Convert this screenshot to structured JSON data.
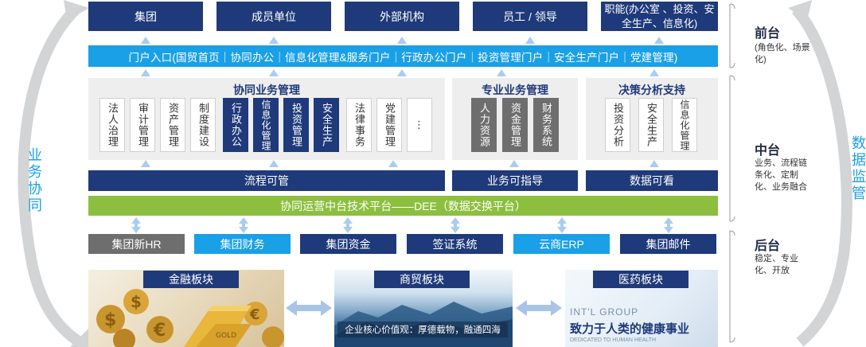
{
  "top_row": [
    "集团",
    "成员单位",
    "外部机构",
    "员工 / 领导",
    "职能(办公室 、投资、安全生产、信息化)"
  ],
  "portal_bar": "门户入口(国贸首页｜协同办公｜信息化管理&服务门户｜行政办公门户｜投资管理门户｜安全生产门户｜党建管理)",
  "panels": {
    "collab": {
      "title": "协同业务管理",
      "items": [
        {
          "label": "法人治理",
          "style": "w"
        },
        {
          "label": "审计管理",
          "style": "w"
        },
        {
          "label": "资产管理",
          "style": "w"
        },
        {
          "label": "制度建设",
          "style": "w"
        },
        {
          "label": "行政办公",
          "style": "n"
        },
        {
          "label": "信息化管理",
          "style": "n"
        },
        {
          "label": "投资管理",
          "style": "n"
        },
        {
          "label": "安全生产",
          "style": "n"
        },
        {
          "label": "法律事务",
          "style": "w"
        },
        {
          "label": "党建管理",
          "style": "w"
        },
        {
          "label": "⋮",
          "style": "w"
        }
      ]
    },
    "pro": {
      "title": "专业业务管理",
      "items": [
        {
          "label": "人力资源",
          "style": "g"
        },
        {
          "label": "资金管理",
          "style": "g"
        },
        {
          "label": "财务系统",
          "style": "g"
        }
      ]
    },
    "decision": {
      "title": "决策分析支持",
      "items": [
        {
          "label": "投资分析",
          "style": "w"
        },
        {
          "label": "安全生产",
          "style": "w"
        },
        {
          "label": "信息化管理",
          "style": "w"
        }
      ]
    }
  },
  "mid_bars": [
    "流程可管",
    "业务可指导",
    "数据可看"
  ],
  "green_bar": "协同运营中台技术平台——DEE（数据交换平台）",
  "bottom_systems": [
    {
      "label": "集团新HR",
      "style": "gray"
    },
    {
      "label": "集团财务",
      "style": "cyan"
    },
    {
      "label": "集团资金",
      "style": "navy"
    },
    {
      "label": "签证系统",
      "style": "navy"
    },
    {
      "label": "云商ERP",
      "style": "cyan"
    },
    {
      "label": "集团邮件",
      "style": "navy"
    }
  ],
  "sectors": [
    {
      "label": "金融板块"
    },
    {
      "label": "商贸板块",
      "caption": "企业核心价值观：厚德载物，融通四海"
    },
    {
      "label": "医药板块",
      "brand": "INT'L GROUP",
      "slogan": "致力于人类的健康事业",
      "small": "DEDICATED TO HUMAN HEALTH"
    }
  ],
  "coin_text": "GOLD",
  "right_labels": [
    {
      "title": "前台",
      "desc": "(角色化、场景化)"
    },
    {
      "title": "中台",
      "desc": "业务、流程链条化、定制化、业务融合"
    },
    {
      "title": "后台",
      "desc": "稳定、专业化、开放"
    }
  ],
  "left_vertical": "业务协同",
  "right_vertical": "数据监管"
}
